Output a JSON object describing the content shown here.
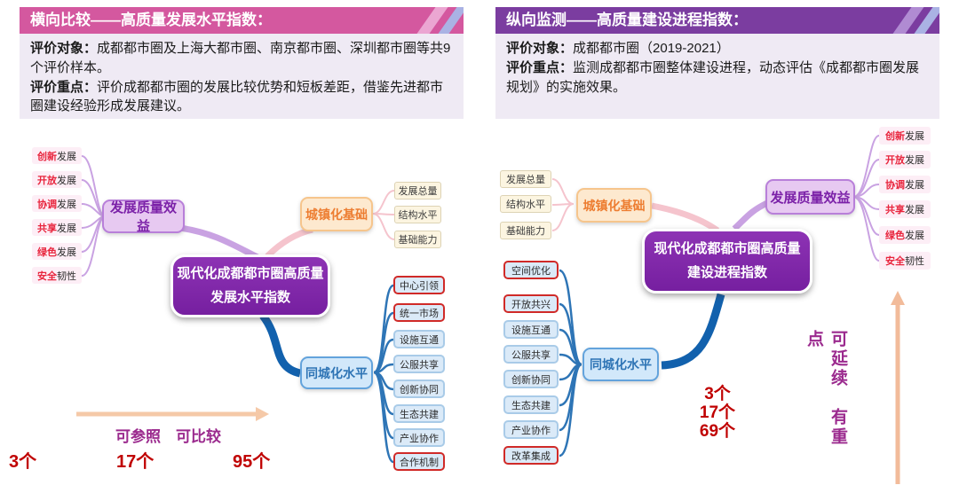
{
  "left_panel": {
    "header": "横向比较——高质量发展水平指数：",
    "body": [
      {
        "label": "评价对象：",
        "text": "成都都市圈及上海大都市圈、南京都市圈、深圳都市圈等共9个评价样本。"
      },
      {
        "label": "评价重点：",
        "text": "评价成都都市圈的发展比较优势和短板差距，借鉴先进都市圈建设经验形成发展建议。"
      }
    ]
  },
  "right_panel": {
    "header": "纵向监测——高质量建设进程指数：",
    "body": [
      {
        "label": "评价对象：",
        "text": "成都都市圈（2019-2021）"
      },
      {
        "label": "评价重点：",
        "text": "监测成都都市圈整体建设进程，动态评估《成都都市圈发展规划》的实施效果。"
      }
    ]
  },
  "left_diagram": {
    "center": {
      "line1": "现代化成都都市圈高质量",
      "line2": "发展水平指数"
    },
    "quality": {
      "label": "发展质量效益",
      "items": [
        {
          "prefix": "创新",
          "suffix": "发展"
        },
        {
          "prefix": "开放",
          "suffix": "发展"
        },
        {
          "prefix": "协调",
          "suffix": "发展"
        },
        {
          "prefix": "共享",
          "suffix": "发展"
        },
        {
          "prefix": "绿色",
          "suffix": "发展"
        },
        {
          "prefix": "安全",
          "suffix": "韧性"
        }
      ]
    },
    "urban": {
      "label": "城镇化基础",
      "items": [
        "发展总量",
        "结构水平",
        "基础能力"
      ]
    },
    "integration": {
      "label": "同城化水平",
      "items": [
        "中心引领",
        "统一市场",
        "设施互通",
        "公服共享",
        "创新协同",
        "生态共建",
        "产业协作",
        "合作机制"
      ]
    },
    "annotations": {
      "arrow_label": "可参照　可比较",
      "counts": [
        "3个",
        "17个",
        "95个"
      ]
    }
  },
  "right_diagram": {
    "center": {
      "line1": "现代化成都都市圈高质量",
      "line2": "建设进程指数"
    },
    "quality": {
      "label": "发展质量效益",
      "items": [
        {
          "prefix": "创新",
          "suffix": "发展"
        },
        {
          "prefix": "开放",
          "suffix": "发展"
        },
        {
          "prefix": "协调",
          "suffix": "发展"
        },
        {
          "prefix": "共享",
          "suffix": "发展"
        },
        {
          "prefix": "绿色",
          "suffix": "发展"
        },
        {
          "prefix": "安全",
          "suffix": "韧性"
        }
      ]
    },
    "urban": {
      "label": "城镇化基础",
      "items": [
        "发展总量",
        "结构水平",
        "基础能力"
      ]
    },
    "integration": {
      "label": "同城化水平",
      "items": [
        "空间优化",
        "开放共兴",
        "设施互通",
        "公服共享",
        "创新协同",
        "生态共建",
        "产业协作",
        "改革集成"
      ]
    },
    "annotations": {
      "counts": [
        "3个",
        "17个",
        "69个"
      ],
      "vertical_label": "可延续　有重点"
    }
  },
  "colors": {
    "pink_header": "#d4589f",
    "purple_header": "#7b3da0",
    "center_node": "#7c2fa3",
    "quality_branch": "#e7c9f1",
    "urban_branch": "#fde9cf",
    "town_branch": "#d2e8fa",
    "highlight_border": "#d02a28",
    "red_text": "#c00000",
    "annotation_purple": "#9b2a8e",
    "thick_blue": "#1261ad",
    "peach_arrow": "#f5c9a8"
  }
}
